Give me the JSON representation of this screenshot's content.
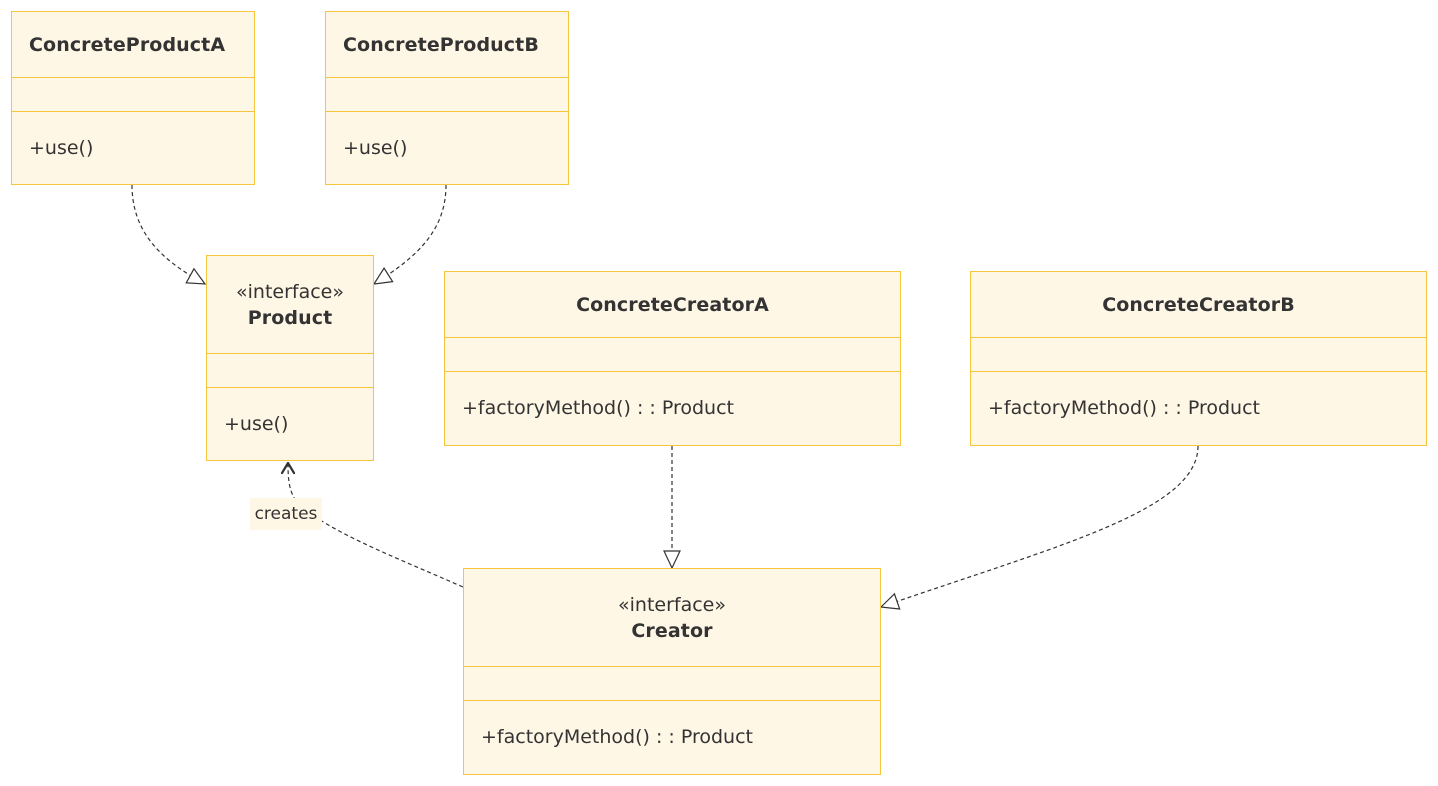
{
  "classes": {
    "concrete_product_a": {
      "name": "ConcreteProductA",
      "method": "+use()"
    },
    "concrete_product_b": {
      "name": "ConcreteProductB",
      "method": "+use()"
    },
    "product": {
      "stereotype": "«interface»",
      "name": "Product",
      "method": "+use()"
    },
    "concrete_creator_a": {
      "name": "ConcreteCreatorA",
      "method": "+factoryMethod() : : Product"
    },
    "concrete_creator_b": {
      "name": "ConcreteCreatorB",
      "method": "+factoryMethod() : : Product"
    },
    "creator": {
      "stereotype": "«interface»",
      "name": "Creator",
      "method": "+factoryMethod() : : Product"
    }
  },
  "relations": {
    "creates_label": "creates"
  },
  "colors": {
    "box_fill": "#fff7e6",
    "box_border": "#f5c53d",
    "text": "#333333",
    "connector": "#333333"
  }
}
